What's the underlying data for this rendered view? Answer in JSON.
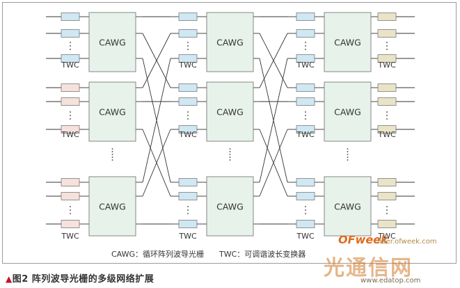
{
  "blocks": {
    "awg_label": "CAWG",
    "twc_label": "TWC",
    "vdots": "⋮"
  },
  "legend": {
    "text": "CAWG：循环阵列波导光栅　　TWC：可调谐波长变换器"
  },
  "caption": {
    "marker": "▲",
    "text": "图2  阵列波导光栅的多级网络扩展"
  },
  "watermark": {
    "brand": "OFweek",
    "site": "fiber.ofweek.com",
    "cn": "光通信网",
    "url": "www.edatop.com"
  },
  "colors": {
    "border": "#9a9a9a",
    "awg_fill": "#e7f3ea",
    "twc_blue": "#cfe8f3",
    "twc_pink": "#f6e1dc",
    "twc_tan": "#e9e3c8",
    "line": "#333333",
    "accent_red": "#c8102e"
  }
}
